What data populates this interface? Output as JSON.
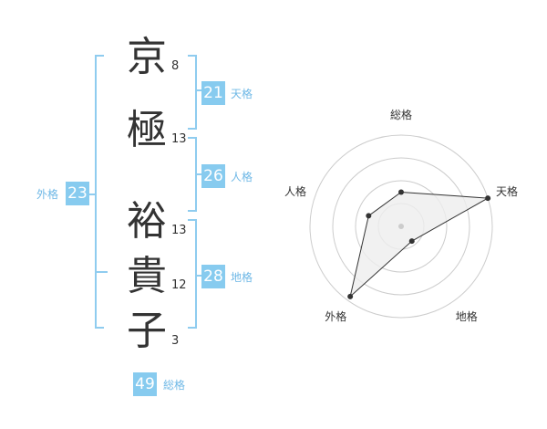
{
  "colors": {
    "accent": "#8fccef",
    "badge": "#87cbef",
    "label": "#6fb8e6",
    "text": "#333333",
    "grid": "#cccccc",
    "fill": "#eeeeee"
  },
  "name": {
    "chars": [
      {
        "char": "京",
        "strokes": "8"
      },
      {
        "char": "極",
        "strokes": "13"
      },
      {
        "char": "裕",
        "strokes": "13"
      },
      {
        "char": "貴",
        "strokes": "12"
      },
      {
        "char": "子",
        "strokes": "3"
      }
    ]
  },
  "fortunes": {
    "tenkaku": {
      "value": "21",
      "label": "天格"
    },
    "jinkaku": {
      "value": "26",
      "label": "人格"
    },
    "chikaku": {
      "value": "28",
      "label": "地格"
    },
    "gaikaku": {
      "value": "23",
      "label": "外格"
    },
    "soukaku": {
      "value": "49",
      "label": "総格"
    }
  },
  "chart_data": {
    "type": "radar",
    "axes": [
      "総格",
      "天格",
      "地格",
      "外格",
      "人格"
    ],
    "rings": 4,
    "max": 4,
    "values": [
      1.5,
      4,
      0.8,
      3.8,
      1.5
    ],
    "grid": true
  }
}
